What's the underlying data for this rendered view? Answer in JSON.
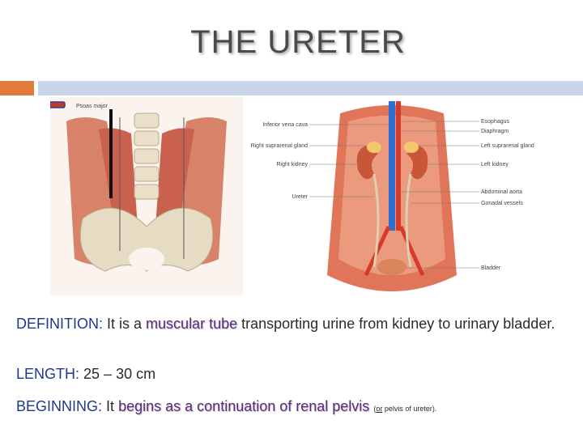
{
  "slide": {
    "title": "THE URETER",
    "colors": {
      "accent_bar": "#e07b3c",
      "header_bar": "#c9d6ea",
      "keyword": "#1f3a8c",
      "emphasis": "#5a2a7c"
    }
  },
  "figure_left": {
    "label": "Psoas major"
  },
  "figure_right": {
    "labels_left": [
      "Inferior vena cava",
      "Right suprarenal gland",
      "Right kidney",
      "Ureter"
    ],
    "labels_right": [
      "Esophagus",
      "Diaphragm",
      "Left suprarenal gland",
      "Left kidney",
      "Abdominal aorta",
      "Gonadal vessels",
      "Bladder"
    ]
  },
  "definition": {
    "key": "DEFINITION:",
    "pre": "It is a",
    "highlight": "muscular tube",
    "post": "transporting urine from kidney to urinary bladder."
  },
  "length": {
    "key": "LENGTH:",
    "value": "25 – 30 cm"
  },
  "beginning": {
    "key": "BEGINNING:",
    "pre": "It",
    "highlight1": "begins as",
    "mid": "a",
    "highlight2": "continuation of renal pelvis",
    "note_open": "(",
    "note_or": "or",
    "note_rest": " pelvis of ureter)."
  }
}
